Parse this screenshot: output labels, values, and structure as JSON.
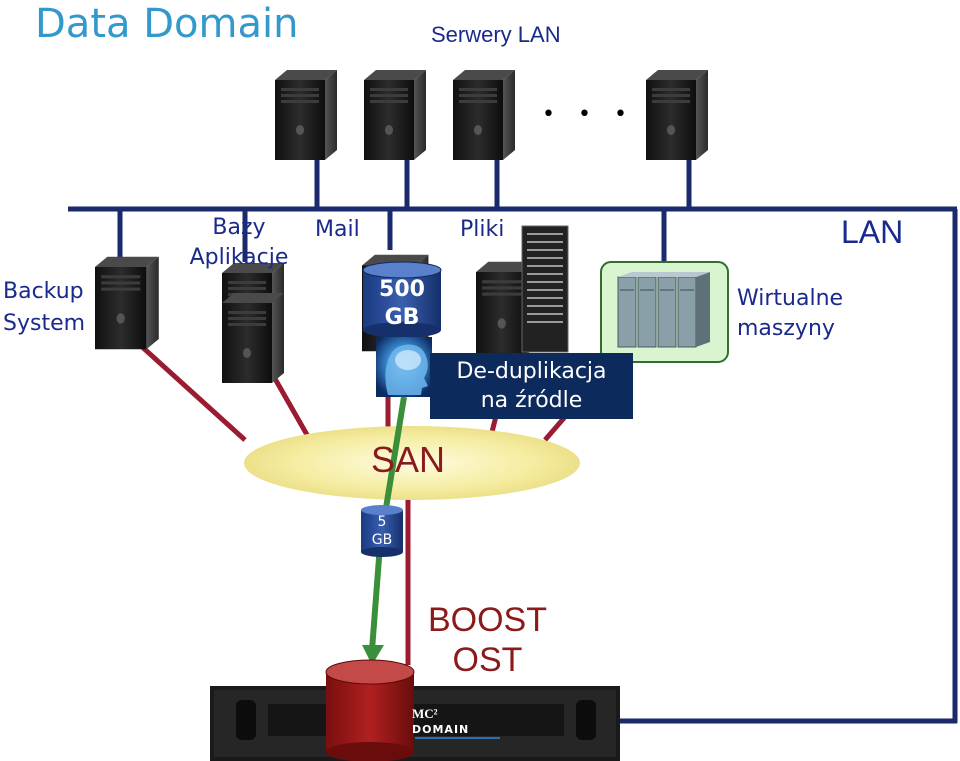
{
  "title": "Data Domain",
  "colors": {
    "title": "#3399cc",
    "lan_line": "#1a2a6c",
    "san_line": "#9b1b30",
    "san_oval": "#f5eda2",
    "green_arrow": "#3a8f3a",
    "dark_box": "#0c2a5c",
    "cylinder_red": "#a01a1a"
  },
  "labels": {
    "lan_servers": "Serwery LAN",
    "dots": "• • •",
    "lan": "LAN",
    "backup_system": [
      "Backup",
      "System"
    ],
    "bazy_aplikacje": [
      "Bazy",
      "Aplikacje"
    ],
    "mail": "Mail",
    "pliki": "Pliki",
    "wirtualne_maszyny": [
      "Wirtualne",
      "maszyny"
    ],
    "source_capacity": [
      "500",
      "GB"
    ],
    "deduplication": [
      "De-duplikacja",
      "na źródle"
    ],
    "san": "SAN",
    "transfer_capacity": [
      "5",
      "GB"
    ],
    "boost_ost": [
      "BOOST",
      "OST"
    ],
    "appliance_brand": [
      "MC²",
      "DOMAIN"
    ]
  },
  "icons": {
    "lan_servers": [
      "server-tower-icon",
      "server-tower-icon",
      "server-tower-icon",
      "server-tower-icon"
    ],
    "backup_server": "server-tower-icon",
    "database_servers": "server-stack-icon",
    "mail_server": "server-tower-icon",
    "file_server": "server-rack-icon",
    "virtual_machines": "vm-cluster-icon",
    "brain": "head-brain-icon",
    "storage": "cylinder-icon",
    "appliance": "data-domain-appliance-icon"
  }
}
